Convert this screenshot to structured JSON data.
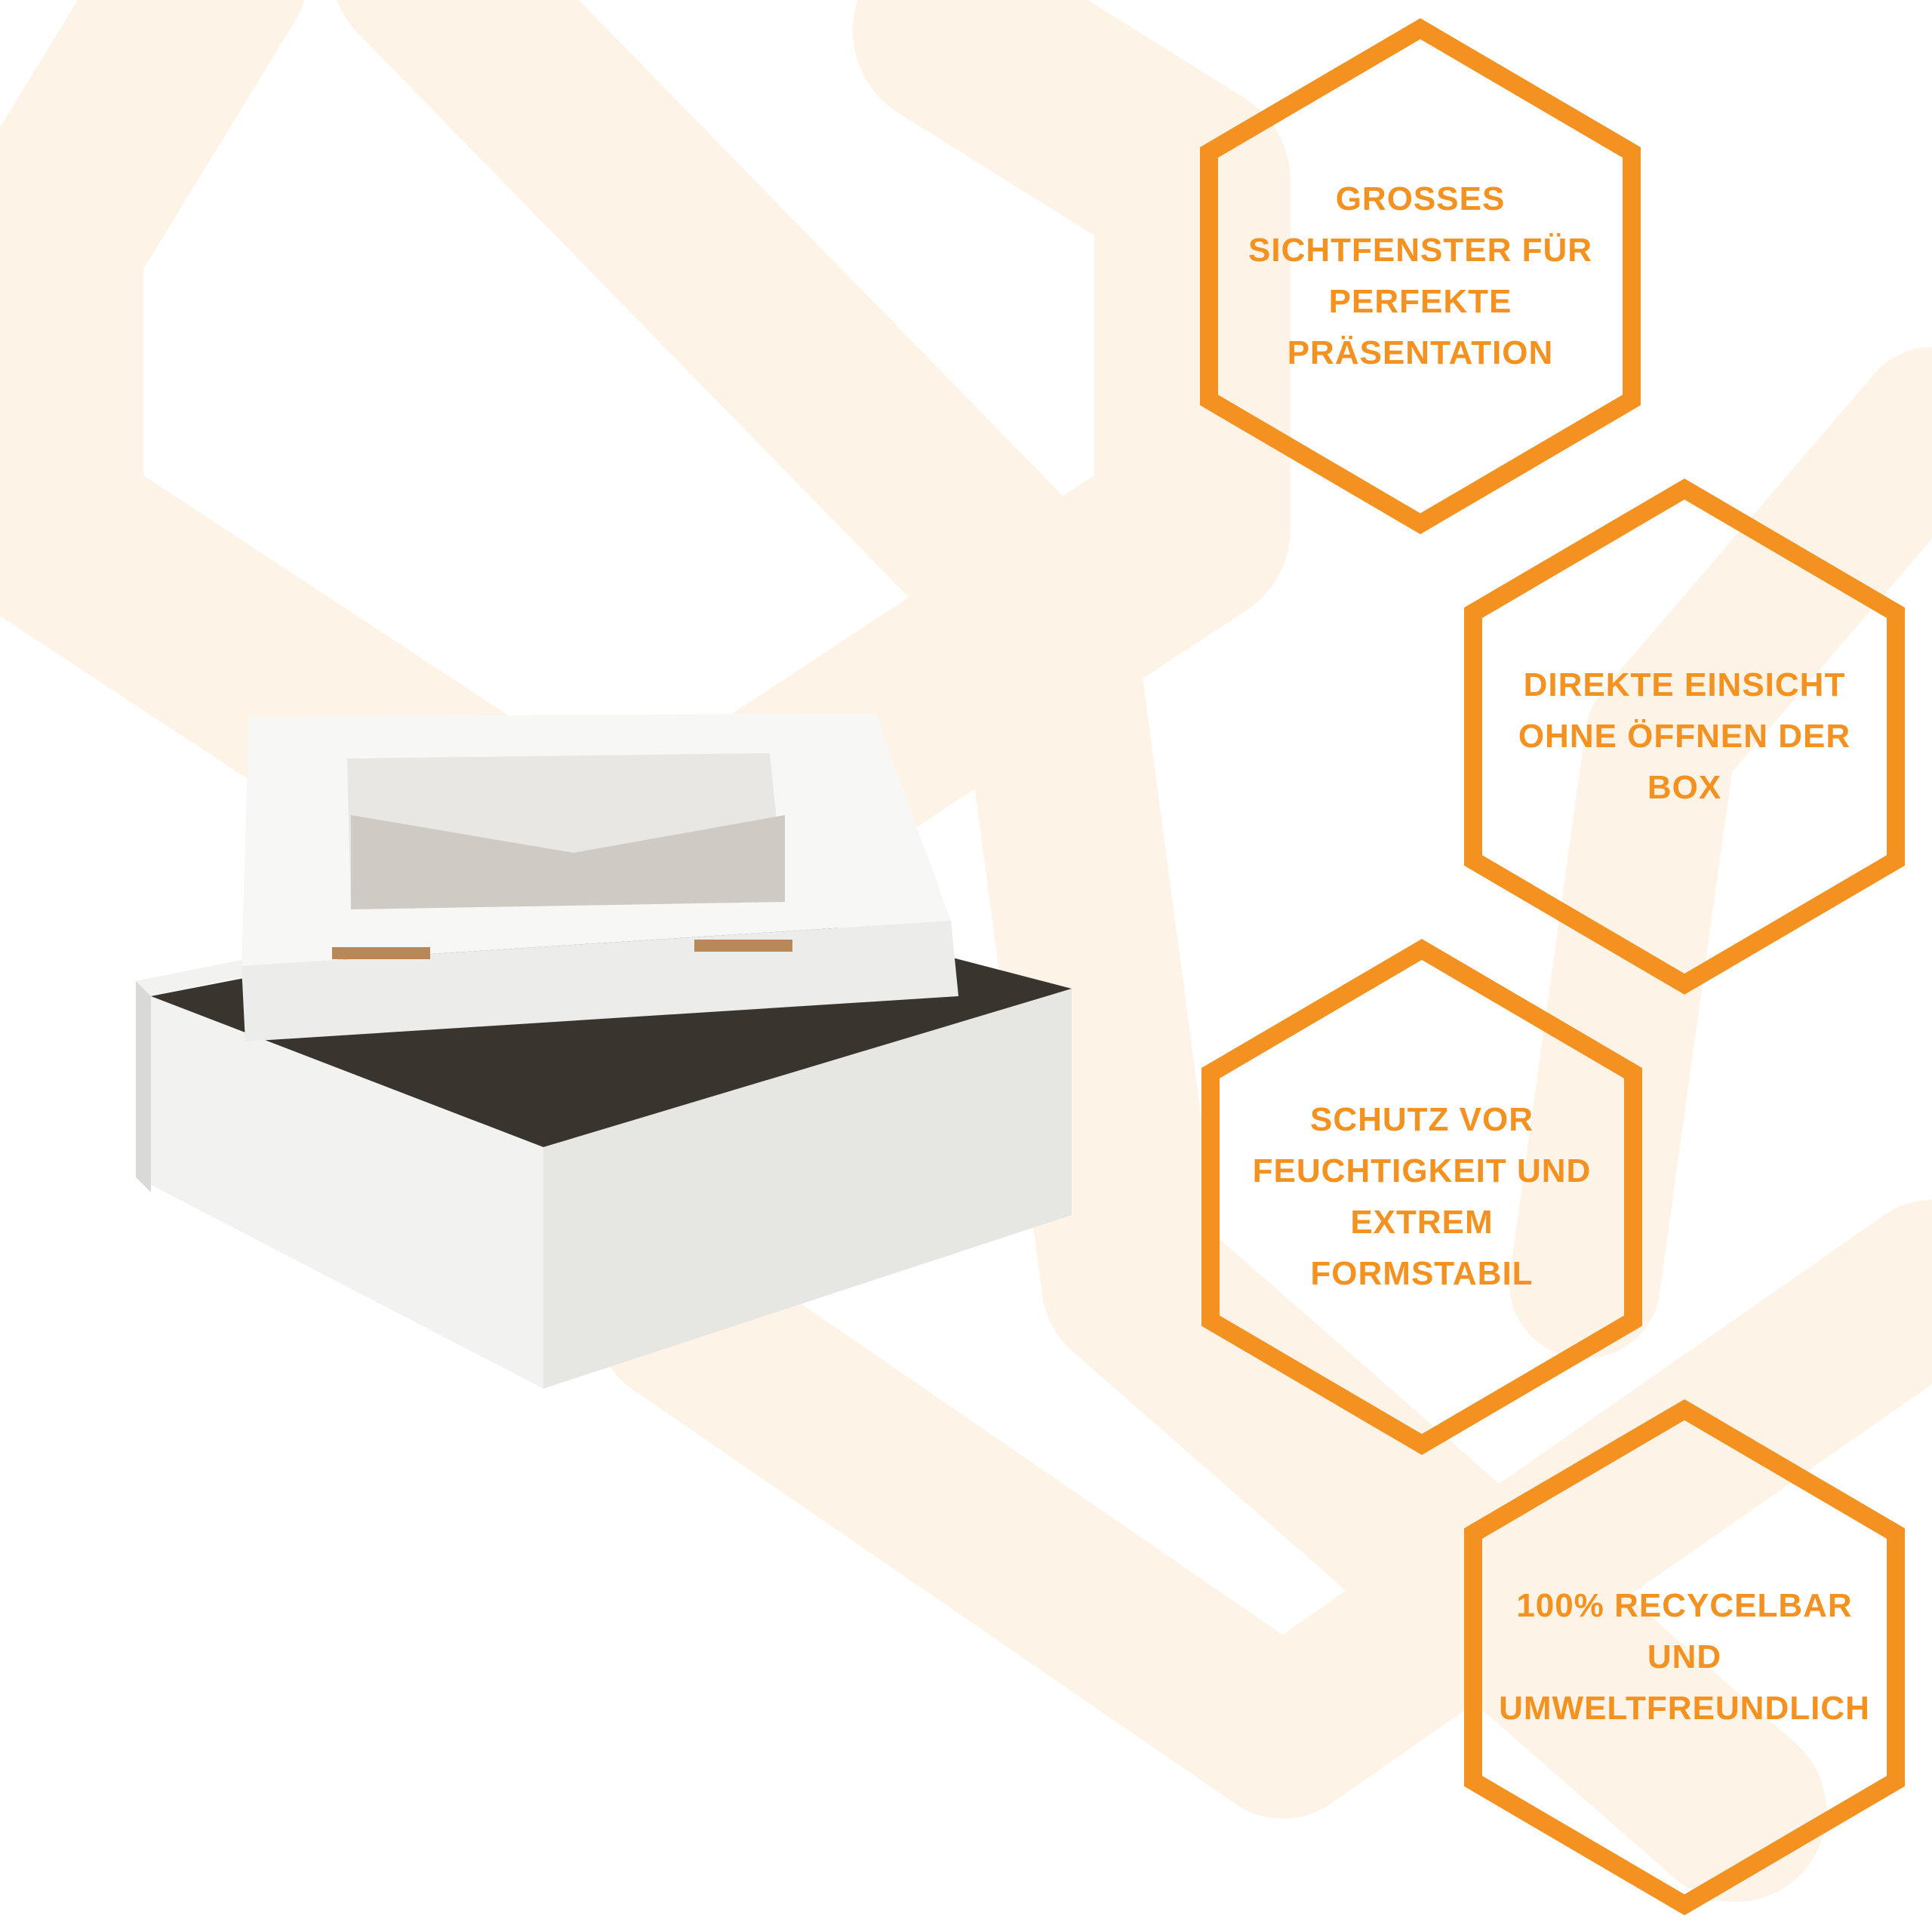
{
  "colors": {
    "accent": "#f39220",
    "watermark": "#fdf3e6",
    "background": "#ffffff",
    "box_white": "#f2f2f0",
    "box_shadow": "#d9d9d6",
    "box_inner": "#3a342e",
    "cardboard": "#b8875a"
  },
  "features": [
    {
      "text": "GROSSES\nSICHTFENSTER FÜR\nPERFEKTE\nPRÄSENTATION"
    },
    {
      "text": "DIREKTE EINSICHT\nOHNE ÖFFNEN DER\nBOX"
    },
    {
      "text": "SCHUTZ VOR\nFEUCHTIGKEIT UND\nEXTREM\nFORMSTABIL"
    },
    {
      "text": "100% RECYCELBAR\nUND\nUMWELTFREUNDLICH"
    }
  ]
}
